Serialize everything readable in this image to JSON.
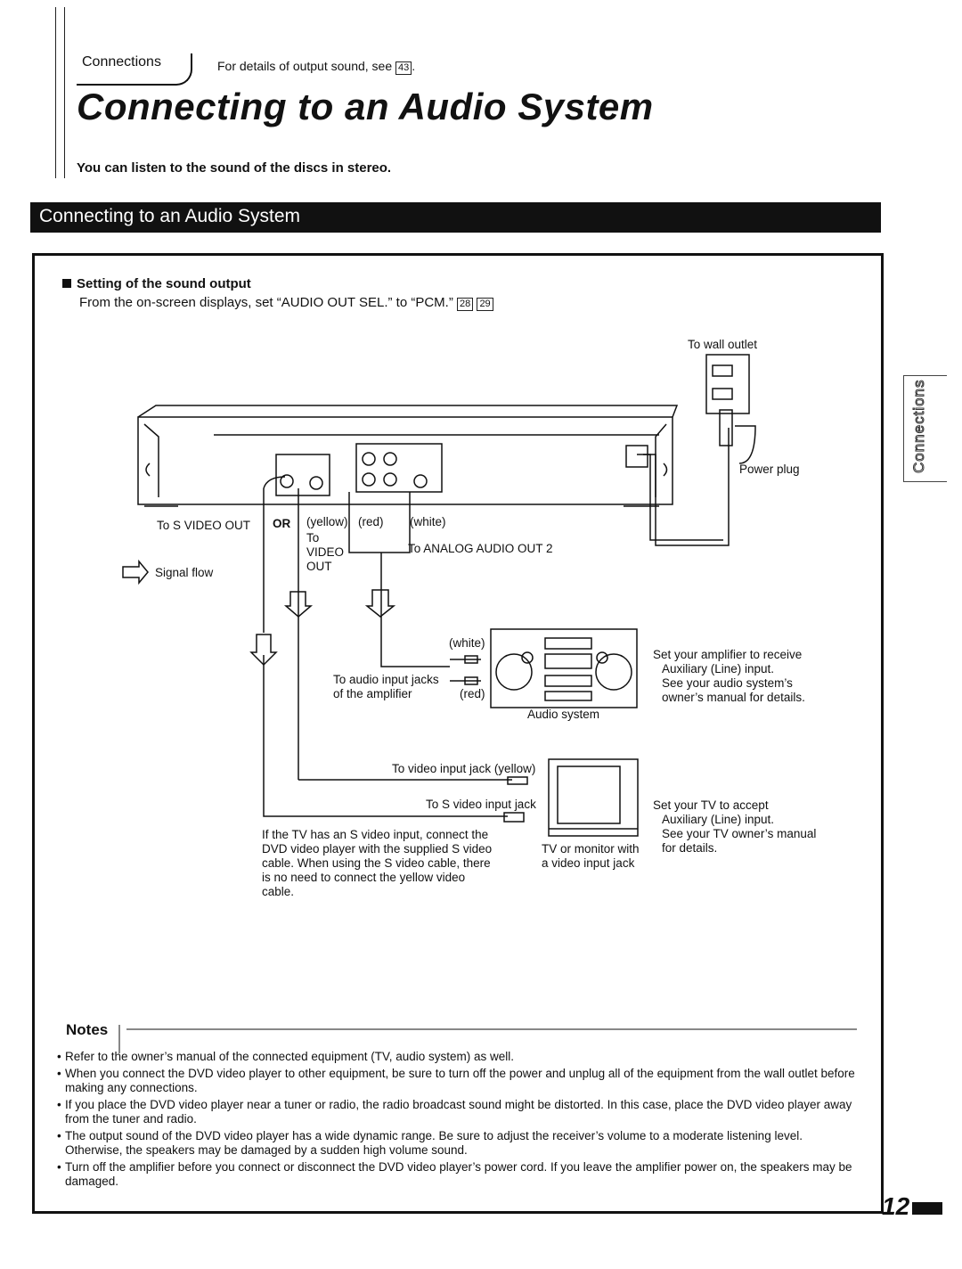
{
  "header": {
    "section_tab": "Connections",
    "output_note_prefix": "For details of output sound, see",
    "output_note_ref": "43",
    "title": "Connecting to an Audio System",
    "subtitle": "You can listen to the sound of the discs in stereo."
  },
  "banner": {
    "title": "Connecting to an Audio System"
  },
  "setting": {
    "heading": "Setting of the sound output",
    "text": "From the on-screen displays, set “AUDIO OUT SEL.” to “PCM.”",
    "refs": [
      "28",
      "29"
    ]
  },
  "diagram": {
    "wall_outlet": "To wall outlet",
    "power_plug": "Power plug",
    "s_video_out": "To S VIDEO OUT",
    "or": "OR",
    "yellow": "(yellow)",
    "red": "(red)",
    "white": "(white)",
    "to_video_out_1": "To",
    "to_video_out_2": "VIDEO",
    "to_video_out_3": "OUT",
    "analog_audio_out": "To ANALOG AUDIO OUT 2",
    "signal_flow": "Signal flow",
    "amp_white": "(white)",
    "amp_red": "(red)",
    "audio_input_1": "To audio input jacks",
    "audio_input_2": "of the amplifier",
    "audio_system": "Audio system",
    "amp_note": [
      "Set your amplifier to receive",
      "Auxiliary (Line) input.",
      "See your audio system’s",
      "owner’s manual for details."
    ],
    "video_input_jack": "To video input jack (yellow)",
    "s_video_input_jack": "To S video input jack",
    "s_video_note": [
      "If the TV has an S video input, connect the",
      "DVD video player with the supplied S video",
      "cable. When using the S video cable, there",
      "is no need to connect the yellow video",
      "cable."
    ],
    "tv_label": [
      "TV or monitor with",
      "a video input jack"
    ],
    "tv_note": [
      "Set your TV to accept",
      "Auxiliary (Line) input.",
      "See your TV owner’s manual",
      "for details."
    ]
  },
  "notes": {
    "heading": "Notes",
    "items": [
      "Refer to the owner’s manual of the connected equipment (TV, audio system) as well.",
      "When you connect the DVD video player to other equipment, be sure to turn off the power and unplug all of the equipment from the wall outlet before making any connections.",
      "If you place the DVD video player near a tuner or radio, the radio broadcast sound might be distorted. In this case, place the DVD video player away from the tuner and radio.",
      "The output sound of the DVD video player has a wide dynamic range. Be sure to adjust the receiver’s volume to a moderate listening level. Otherwise, the speakers may be damaged by a sudden high volume sound.",
      "Turn off the amplifier before you connect or disconnect the DVD video player’s power cord. If you leave the amplifier power on, the speakers may be damaged."
    ]
  },
  "side_tab": "Connections",
  "page_number": "12"
}
